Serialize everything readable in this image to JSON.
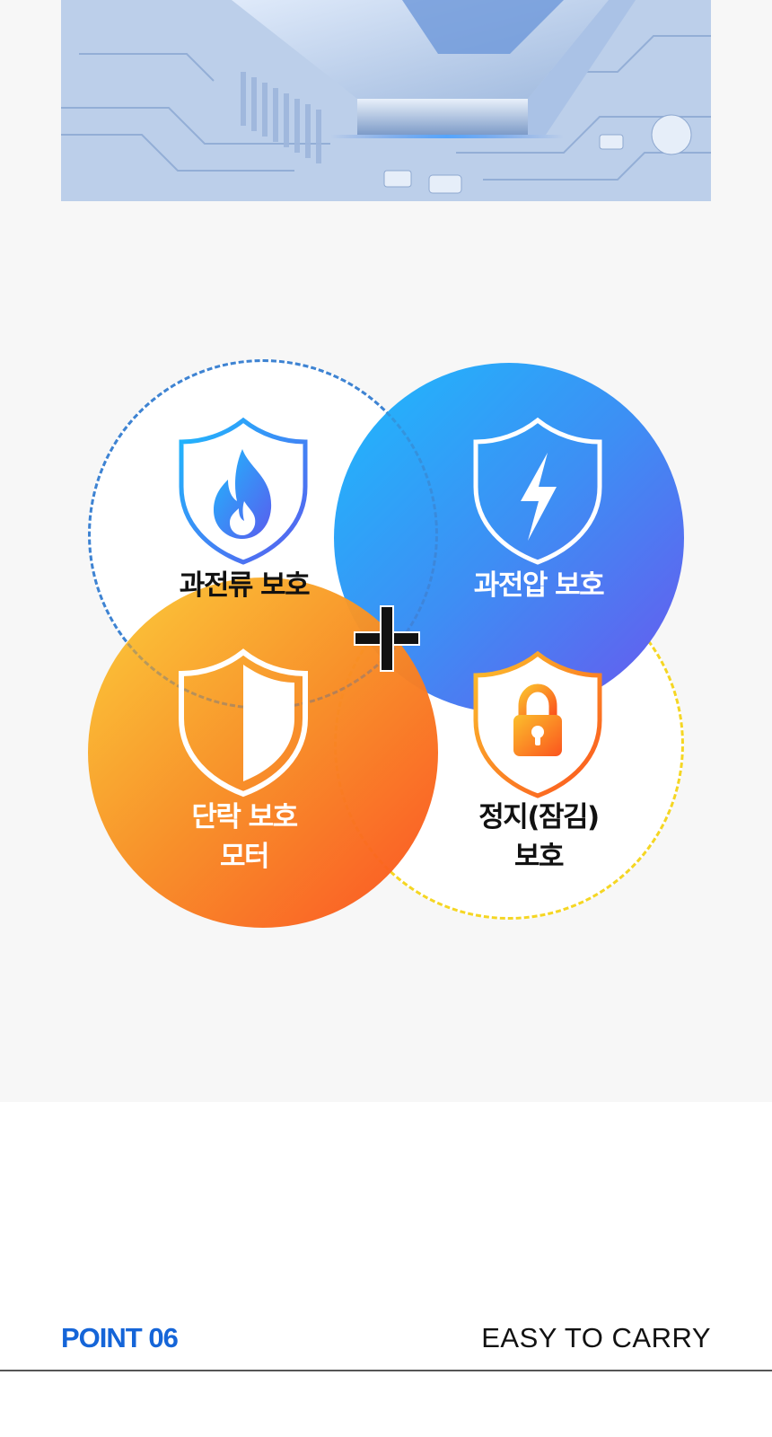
{
  "hero": {
    "image": "circuit-chip-illustration"
  },
  "diagram": {
    "items": [
      {
        "label": "과전류 보호",
        "icon": "flame-shield-icon",
        "style": "white-dashed-blue"
      },
      {
        "label": "과전압 보호",
        "icon": "lightning-shield-icon",
        "style": "blue-gradient"
      },
      {
        "label_line1": "단락 보호",
        "label_line2": "모터",
        "icon": "half-shield-icon",
        "style": "orange-gradient"
      },
      {
        "label_line1": "정지(잠김)",
        "label_line2": "보호",
        "icon": "lock-shield-icon",
        "style": "white-dashed-yellow"
      }
    ],
    "connector": "plus-icon"
  },
  "colors": {
    "accent_blue": "#1565d8",
    "blue_start": "#1ebafd",
    "blue_end": "#6a56ee",
    "orange_start": "#fbcb35",
    "orange_end": "#fb4f1e",
    "dash_blue": "#3b8fe8",
    "dash_yellow": "#f5d623"
  },
  "section": {
    "point": "POINT 06",
    "title": "EASY TO CARRY"
  }
}
